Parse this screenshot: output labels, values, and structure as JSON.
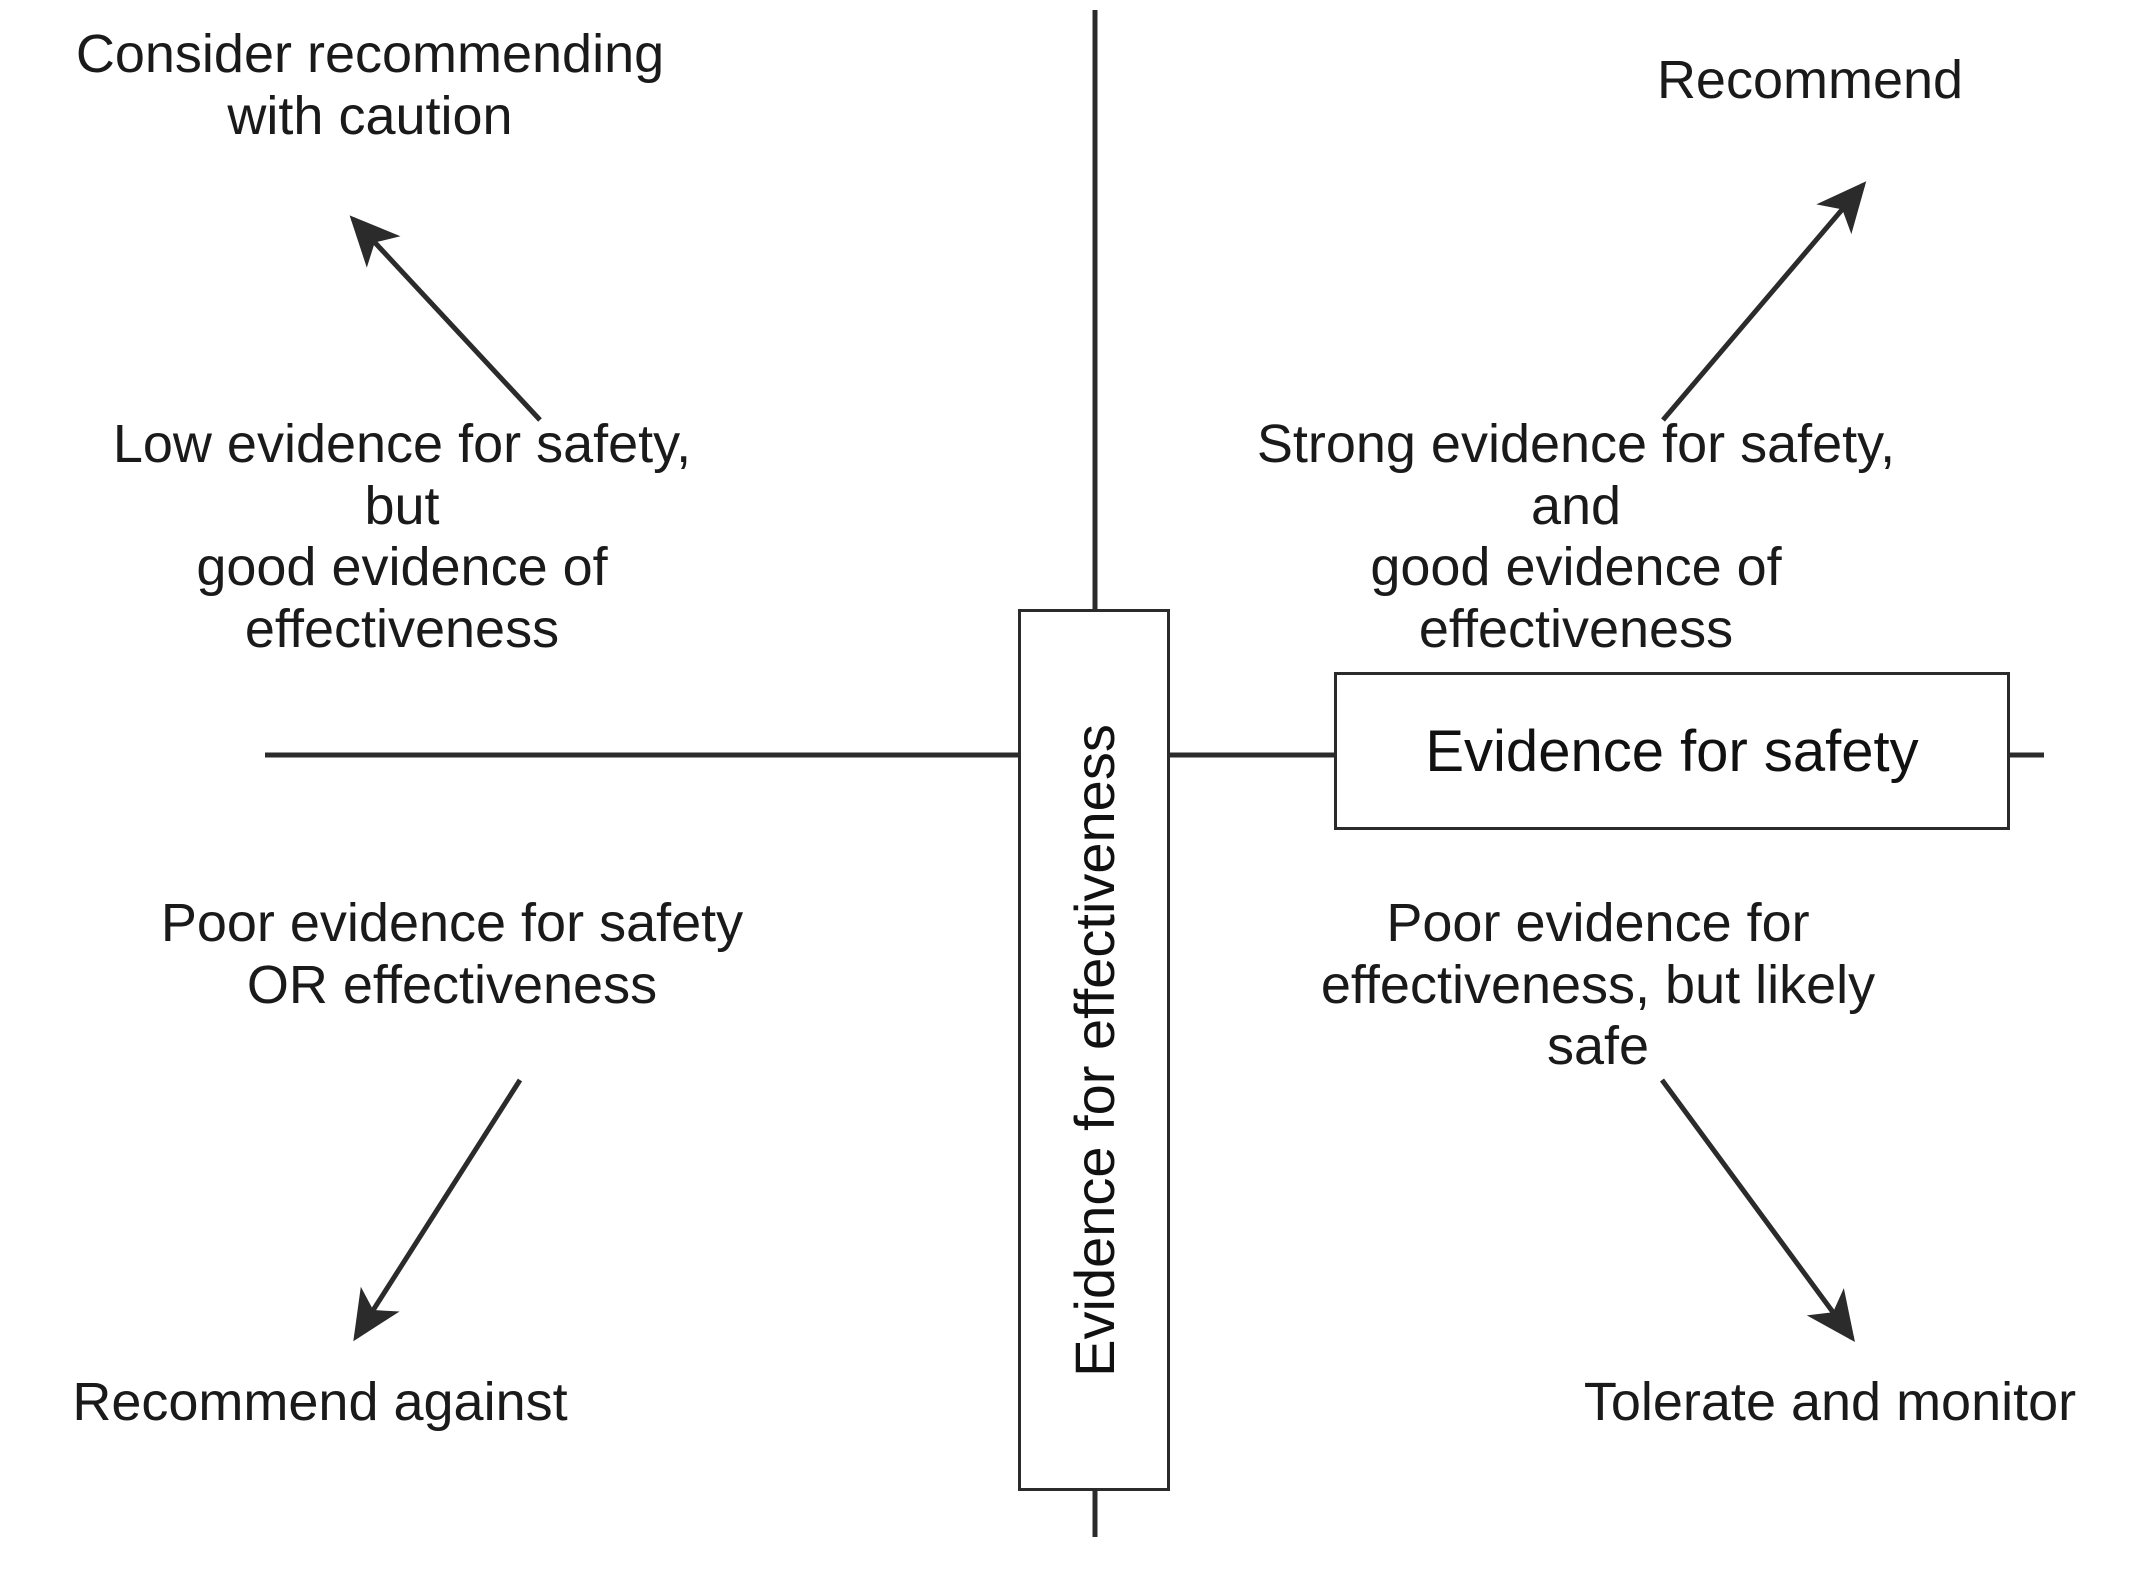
{
  "figure": {
    "type": "two-axis decision quadrant diagram",
    "background_color": "#ffffff",
    "line_color": "#2b2b2b",
    "text_color": "#1a1a1a"
  },
  "axes": {
    "y": {
      "label": "Evidence for effectiveness",
      "orientation": "vertical",
      "text_rotation_deg": -90
    },
    "x": {
      "label": "Evidence for safety",
      "orientation": "horizontal",
      "text_rotation_deg": 0
    }
  },
  "quadrants": [
    {
      "position": "top-left",
      "description": "Low evidence for safety, but\ngood evidence of effectiveness",
      "action": "Consider recommending\nwith caution",
      "arrow_direction": "up-left"
    },
    {
      "position": "top-right",
      "description": "Strong evidence for safety, and\ngood evidence of effectiveness",
      "action": "Recommend",
      "arrow_direction": "up-right"
    },
    {
      "position": "bottom-left",
      "description": "Poor evidence for safety\nOR effectiveness",
      "action": "Recommend against",
      "arrow_direction": "down-left"
    },
    {
      "position": "bottom-right",
      "description": "Poor evidence for\neffectiveness, but likely safe",
      "action": "Tolerate and monitor",
      "arrow_direction": "down-right"
    }
  ]
}
